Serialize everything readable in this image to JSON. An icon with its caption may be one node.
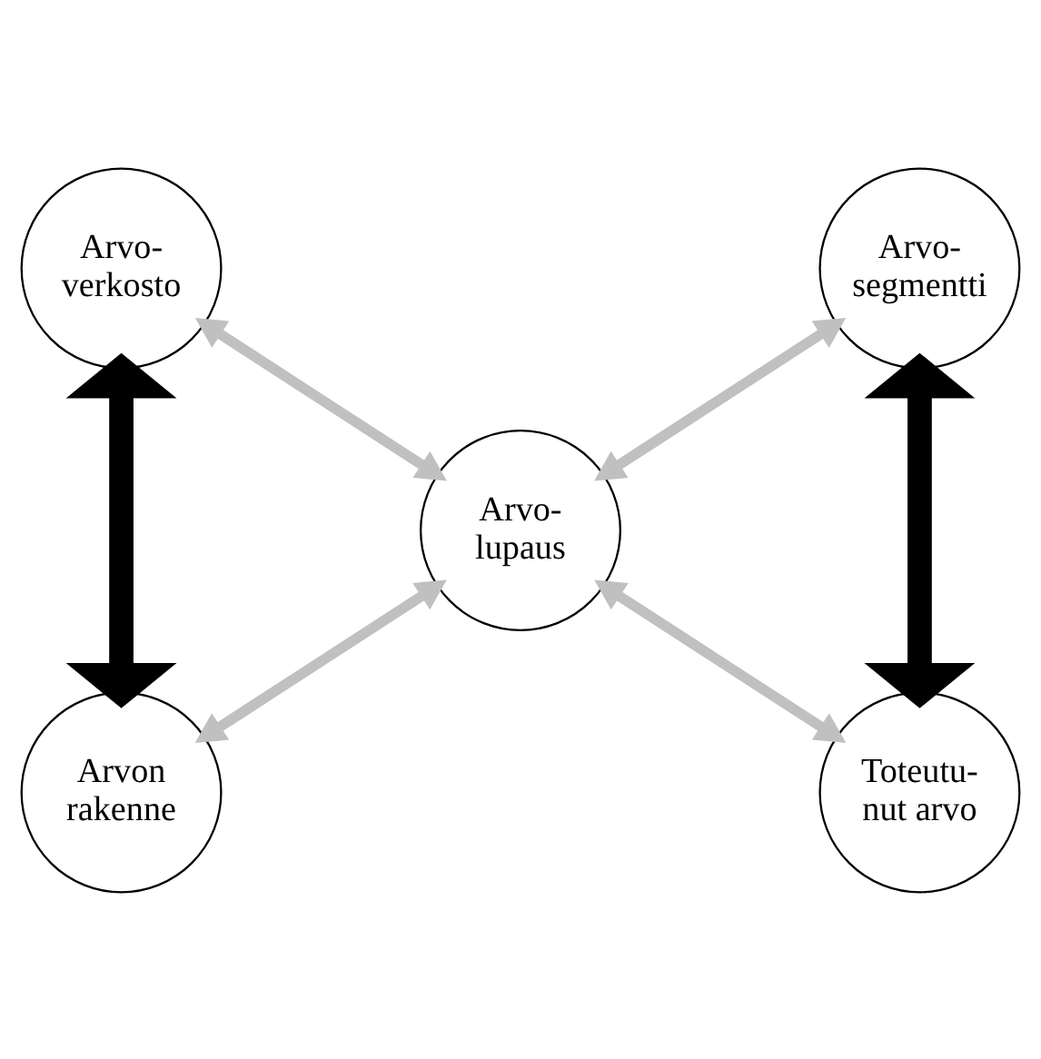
{
  "diagram": {
    "nodes": [
      {
        "text": [
          "Arvo- verkosto"
        ]
      },
      {
        "text": [
          "Arvo- segmentti"
        ]
      },
      {
        "text": [
          "Arvo- lupaus"
        ]
      },
      {
        "text": [
          "Arvon rakenne"
        ]
      },
      {
        "text": [
          "Toteutu- nut arvo"
        ]
      }
    ],
    "edges": [
      {
        "from": 0,
        "to": 2,
        "arrow": "both"
      },
      {
        "from": 1,
        "to": 2,
        "arrow": "both"
      },
      {
        "from": 3,
        "to": 2,
        "arrow": "both"
      },
      {
        "from": 4,
        "to": 2,
        "arrow": "both"
      },
      {
        "from": 0,
        "to": 3,
        "arrow": "both",
        "style": "thick",
        "color": "#000000"
      },
      {
        "from": 1,
        "to": 4,
        "arrow": "both",
        "style": "thick",
        "color": "#000000"
      }
    ]
  }
}
